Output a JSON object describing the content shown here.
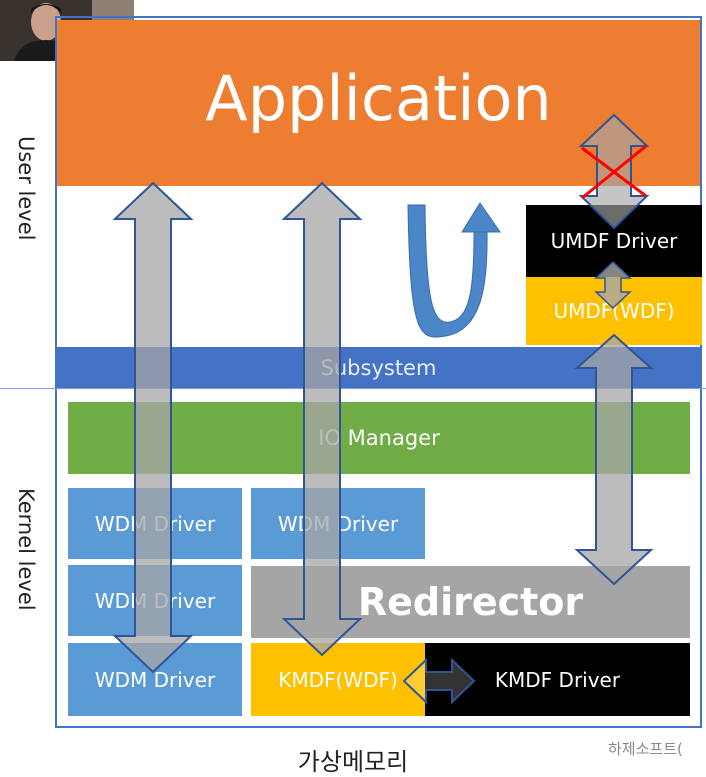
{
  "diagram": {
    "application_label": "Application",
    "umdf_driver_label": "UMDF Driver",
    "umdf_wdf_label": "UMDF(WDF)",
    "subsystem_label": "Subsystem",
    "io_manager_label": "IO Manager",
    "wdm_driver_labels": [
      "WDM Driver",
      "WDM Driver",
      "WDM Driver",
      "WDM Driver"
    ],
    "redirector_label": "Redirector",
    "kmdf_wdf_label": "KMDF(WDF)",
    "kmdf_driver_label": "KMDF Driver",
    "user_level_label": "User level",
    "kernel_level_label": "Kernel level",
    "caption": "가상메모리"
  },
  "watermark": "하제소프트(",
  "colors": {
    "application": "#ed7d31",
    "subsystem": "#4472c4",
    "io_manager": "#70ad47",
    "wdm_driver": "#5b9bd5",
    "redirector": "#a5a5a5",
    "wdf": "#ffc000",
    "driver_black": "#000000",
    "blocked_cross": "#ff0000"
  },
  "icons": [
    "blocked-cross-icon",
    "u-turn-arrow-icon"
  ]
}
